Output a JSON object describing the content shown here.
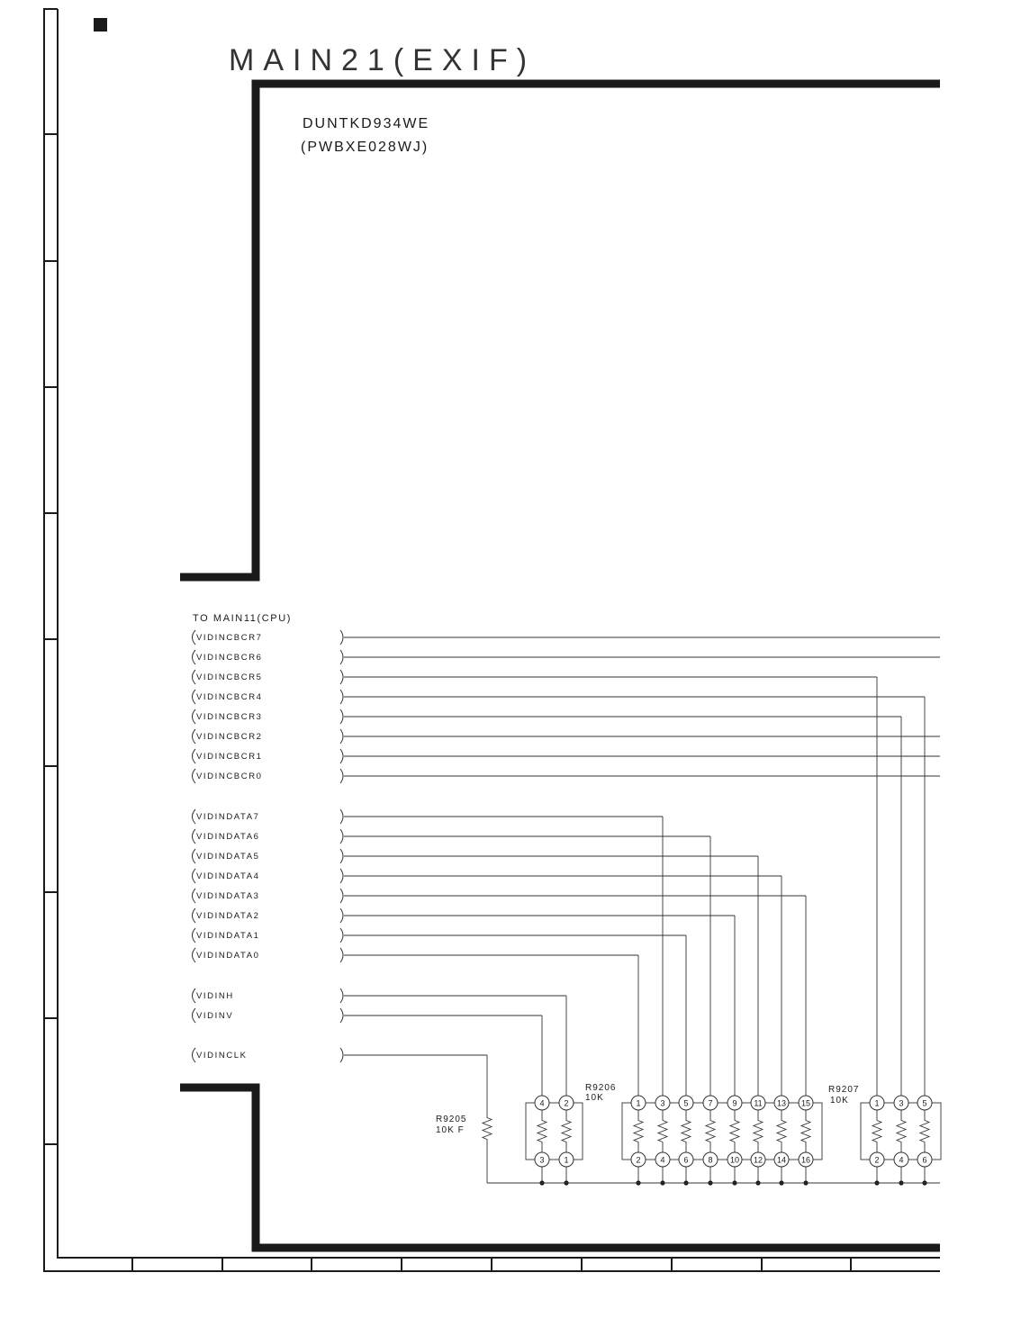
{
  "title": "MAIN21(EXIF)",
  "board": {
    "unit": "DUNTKD934WE",
    "pwb": "(PWBXE028WJ)"
  },
  "connector_heading": "TO MAIN11(CPU)",
  "signals": [
    {
      "name": "VIDINCBCR7"
    },
    {
      "name": "VIDINCBCR6"
    },
    {
      "name": "VIDINCBCR5"
    },
    {
      "name": "VIDINCBCR4"
    },
    {
      "name": "VIDINCBCR3"
    },
    {
      "name": "VIDINCBCR2"
    },
    {
      "name": "VIDINCBCR1"
    },
    {
      "name": "VIDINCBCR0"
    },
    {
      "name": "VIDINDATA7"
    },
    {
      "name": "VIDINDATA6"
    },
    {
      "name": "VIDINDATA5"
    },
    {
      "name": "VIDINDATA4"
    },
    {
      "name": "VIDINDATA3"
    },
    {
      "name": "VIDINDATA2"
    },
    {
      "name": "VIDINDATA1"
    },
    {
      "name": "VIDINDATA0"
    },
    {
      "name": "VIDINH"
    },
    {
      "name": "VIDINV"
    },
    {
      "name": "VIDINCLK"
    }
  ],
  "resistors": [
    {
      "ref": "R9205",
      "value": "10K F"
    },
    {
      "ref": "R9206",
      "value": "10K"
    },
    {
      "ref": "R9207",
      "value": "10K"
    }
  ],
  "r9205_net_pins": {
    "top": [
      "4",
      "2"
    ],
    "bottom": [
      "3",
      "1"
    ]
  },
  "r9206_pins": {
    "top": [
      "1",
      "3",
      "5",
      "7",
      "9",
      "11",
      "13",
      "15"
    ],
    "bottom": [
      "2",
      "4",
      "6",
      "8",
      "10",
      "12",
      "14",
      "16"
    ]
  },
  "r9207_pins": {
    "top": [
      "1",
      "3",
      "5"
    ],
    "bottom": [
      "2",
      "4",
      "6"
    ]
  }
}
